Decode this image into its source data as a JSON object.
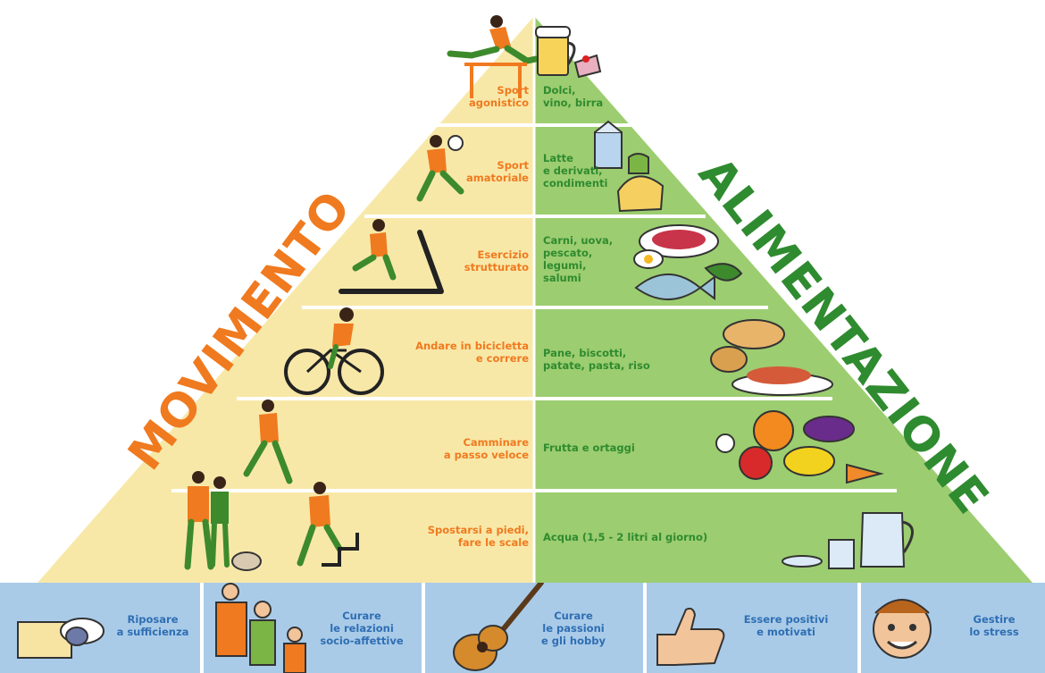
{
  "titles": {
    "left": "MOVIMENTO",
    "right": "ALIMENTAZIONE"
  },
  "levels": [
    {
      "movement": [
        "Sport",
        "agonistico"
      ],
      "food": [
        "Dolci,",
        "vino, birra"
      ]
    },
    {
      "movement": [
        "Sport",
        "amatoriale"
      ],
      "food": [
        "Latte",
        "e derivati,",
        "condimenti"
      ]
    },
    {
      "movement": [
        "Esercizio",
        "strutturato"
      ],
      "food": [
        "Carni, uova,",
        "pescato,",
        "legumi,",
        "salumi"
      ]
    },
    {
      "movement": [
        "Andare in bicicletta",
        "e correre"
      ],
      "food": [
        "Pane, biscotti,",
        "patate, pasta, riso"
      ]
    },
    {
      "movement": [
        "Camminare",
        "a passo veloce"
      ],
      "food": [
        "Frutta e ortaggi"
      ]
    },
    {
      "movement": [
        "Spostarsi a piedi,",
        "fare le scale"
      ],
      "food": [
        "Acqua (1,5 - 2 litri al giorno)"
      ]
    }
  ],
  "base": [
    {
      "label": [
        "Riposare",
        "a sufficienza"
      ]
    },
    {
      "label": [
        "Curare",
        "le relazioni",
        "socio-affettive"
      ]
    },
    {
      "label": [
        "Curare",
        "le passioni",
        "e gli hobby"
      ]
    },
    {
      "label": [
        "Essere positivi",
        "e motivati"
      ]
    },
    {
      "label": [
        "Gestire",
        "lo stress"
      ]
    }
  ],
  "colors": {
    "movement_text": "#f07a1f",
    "food_text": "#2f8b2f",
    "base_text": "#2f6eb3",
    "pyramid_left": "#f8e8a8",
    "pyramid_right": "#9ccd70",
    "base_fill": "#a9cbe8",
    "divider": "#ffffff"
  }
}
